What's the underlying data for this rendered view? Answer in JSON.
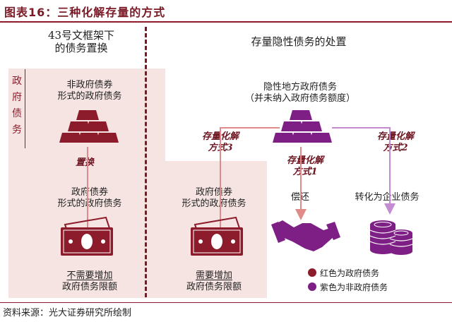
{
  "title": "图表16：三种化解存量的方式",
  "left_header": [
    "43号文框架下",
    "的债务置换"
  ],
  "right_header": "存量隐性债务的处置",
  "side_label": [
    "政",
    "府",
    "债",
    "务"
  ],
  "left_top_text": [
    "非政府债券",
    "形式的政府债务"
  ],
  "swap_label": "置换",
  "left_bottom_text": [
    "政府债券",
    "形式的政府债务"
  ],
  "left_footer": {
    "line1": "不需要增加",
    "line2": "政府债务限额"
  },
  "center_top_text": [
    "隐性地方政府债务",
    "（并未纳入政府债务额度）"
  ],
  "method3": [
    "存量化解",
    "方式3"
  ],
  "method1": [
    "存量化解",
    "方式1"
  ],
  "method2": [
    "存量化解",
    "方式2"
  ],
  "mid_text": [
    "政府债券",
    "形式的政府债务"
  ],
  "mid_footer": {
    "line1": "需要增加",
    "line2": "政府债务限额"
  },
  "repay_label": "偿还",
  "convert_label": "转化为企业债务",
  "legend": [
    {
      "label": "红色为政府债务",
      "color": "#8c1c2c"
    },
    {
      "label": "紫色为非政府债务",
      "color": "#7e1f86"
    }
  ],
  "source": "资料来源：光大证券研究所绘制",
  "colors": {
    "red": "#8c1c2c",
    "purple": "#7e1f86",
    "pink_bg": "#f6e4e2",
    "arrow_pink": "#e08a8a",
    "arrow_purple": "#c58bd0"
  }
}
